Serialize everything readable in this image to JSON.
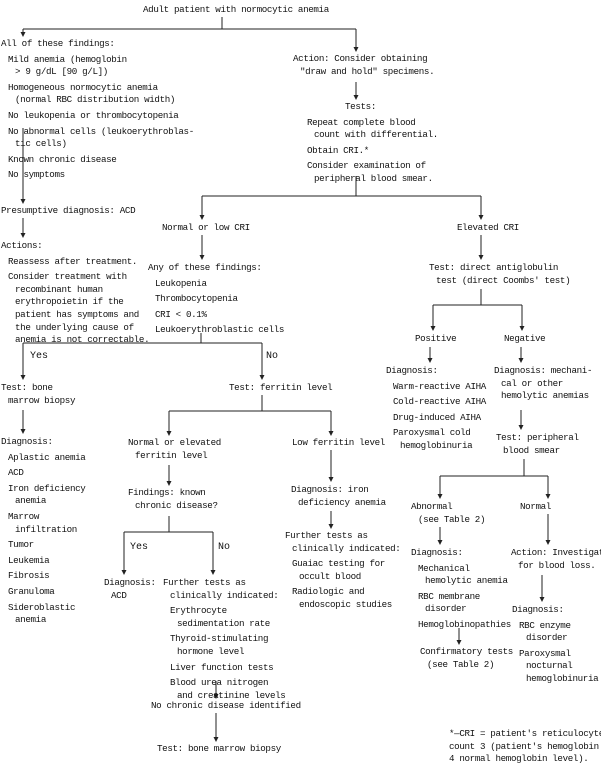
{
  "root": "Adult patient with normocytic anemia",
  "left_findings": {
    "title": "All of these findings:",
    "items": [
      [
        "Mild anemia (hemoglobin",
        "> 9 g/dL [90 g/L])"
      ],
      [
        "Homogeneous normocytic anemia",
        "(normal RBC distribution width)"
      ],
      [
        "No leukopenia or thrombocytopenia"
      ],
      [
        "No abnormal cells (leukoerythroblas-",
        "tic cells)"
      ],
      [
        "Known chronic disease"
      ],
      [
        "No symptoms"
      ]
    ]
  },
  "presumptive": "Presumptive diagnosis: ACD",
  "actions": {
    "title": "Actions:",
    "items": [
      [
        "Reassess after treatment."
      ],
      [
        "Consider treatment with",
        "recombinant human",
        "erythropoietin if the",
        "patient has symptoms and",
        "the underlying cause of",
        "anemia is not correctable."
      ]
    ]
  },
  "action_draw": [
    "Action: Consider obtaining",
    "\"draw and hold\" specimens."
  ],
  "tests": {
    "title": "Tests:",
    "items": [
      [
        "Repeat complete blood",
        "count with differential."
      ],
      [
        "Obtain CRI.*"
      ],
      [
        "Consider examination of",
        "peripheral blood smear."
      ]
    ]
  },
  "normal_low_cri": "Normal or low CRI",
  "elevated_cri": "Elevated CRI",
  "any_findings": {
    "title": "Any of these findings:",
    "items": [
      "Leukopenia",
      "Thrombocytopenia",
      "CRI < 0.1%",
      "Leukoerythroblastic cells"
    ]
  },
  "labels": {
    "yes": "Yes",
    "no": "No",
    "yes2": "Yes",
    "no2": "No"
  },
  "test_bone_marrow": [
    "Test: bone",
    "marrow biopsy"
  ],
  "bm_diagnosis": {
    "title": "Diagnosis:",
    "items": [
      [
        "Aplastic anemia"
      ],
      [
        "ACD"
      ],
      [
        "Iron deficiency",
        "anemia"
      ],
      [
        "Marrow",
        "infiltration"
      ],
      [
        "Tumor"
      ],
      [
        "Leukemia"
      ],
      [
        "Fibrosis"
      ],
      [
        "Granuloma"
      ],
      [
        "Sideroblastic",
        "anemia"
      ]
    ]
  },
  "test_ferritin": "Test: ferritin level",
  "normal_ferritin": [
    "Normal or elevated",
    "ferritin level"
  ],
  "low_ferritin": "Low ferritin level",
  "findings_chronic": [
    "Findings: known",
    "chronic disease?"
  ],
  "diag_acd": [
    "Diagnosis:",
    "ACD"
  ],
  "further_tests_a": {
    "title": [
      "Further tests as",
      "clinically indicated:"
    ],
    "items": [
      [
        "Erythrocyte",
        "sedimentation rate"
      ],
      [
        "Thyroid-stimulating",
        "hormone level"
      ],
      [
        "Liver function tests"
      ],
      [
        "Blood urea nitrogen",
        "and creatinine levels"
      ]
    ]
  },
  "no_chronic": "No chronic disease identified",
  "test_bm2": "Test: bone marrow biopsy",
  "diag_iron": [
    "Diagnosis: iron",
    "deficiency anemia"
  ],
  "further_tests_b": {
    "title": [
      "Further tests as",
      "clinically indicated:"
    ],
    "items": [
      [
        "Guaiac testing for",
        "occult blood"
      ],
      [
        "Radiologic and",
        "endoscopic studies"
      ]
    ]
  },
  "dat": [
    "Test: direct antiglobulin",
    "test (direct Coombs' test)"
  ],
  "positive": "Positive",
  "negative": "Negative",
  "pos_diag": {
    "title": "Diagnosis:",
    "items": [
      [
        "Warm-reactive AIHA"
      ],
      [
        "Cold-reactive AIHA"
      ],
      [
        "Drug-induced AIHA"
      ],
      [
        "Paroxysmal cold",
        "hemoglobinuria"
      ]
    ]
  },
  "neg_diag": [
    "Diagnosis: mechani-",
    "cal or other",
    "hemolytic anemias"
  ],
  "smear": [
    "Test: peripheral",
    "blood smear"
  ],
  "abnormal": [
    "Abnormal",
    "(see Table 2)"
  ],
  "normal": "Normal",
  "abn_diag": {
    "title": "Diagnosis:",
    "items": [
      [
        "Mechanical",
        "hemolytic anemia"
      ],
      [
        "RBC membrane",
        "disorder"
      ],
      [
        "Hemoglobinopathies"
      ]
    ]
  },
  "confirm": [
    "Confirmatory tests",
    "(see Table 2)"
  ],
  "investigate": [
    "Action: Investigate",
    "for blood loss."
  ],
  "norm_diag": {
    "title": "Diagnosis:",
    "items": [
      [
        "RBC enzyme",
        "disorder"
      ],
      [
        "Paroxysmal",
        "nocturnal",
        "hemoglobinuria"
      ]
    ]
  },
  "footnote": [
    "*—CRI = patient's reticulocyte",
    "count 3 (patient's hemoglobin",
    "4 normal hemoglobin level)."
  ]
}
